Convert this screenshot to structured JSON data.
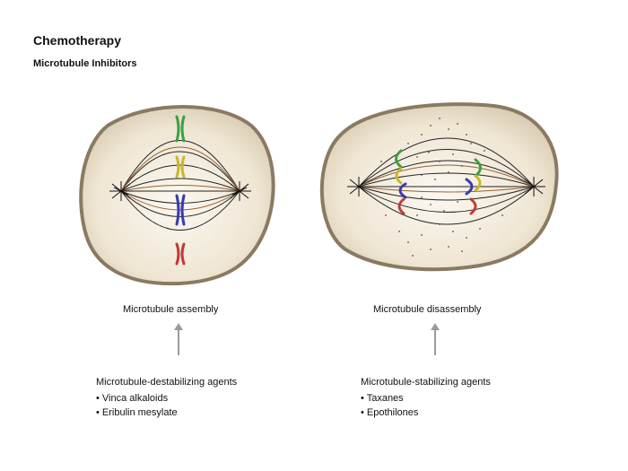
{
  "header": {
    "title": "Chemotherapy",
    "subtitle": "Microtubule Inhibitors"
  },
  "left_panel": {
    "process_label": "Microtubule assembly",
    "agent_class": "Microtubule-destabilizing agents",
    "agents": [
      "• Vinca alkaloids",
      "• Eribulin mesylate"
    ]
  },
  "right_panel": {
    "process_label": "Microtubule disassembly",
    "agent_class": "Microtubule-stabilizing agents",
    "agents": [
      "• Taxanes",
      "• Epothilones"
    ]
  },
  "colors": {
    "cell_border": "#8a7a62",
    "cytoplasm": "#f6f0e3",
    "fiber_brown": "#9a6030",
    "chromosome_green": "#3aa040",
    "chromosome_yellow": "#c8b82a",
    "chromosome_blue": "#3a3ab0",
    "chromosome_red": "#c03a3a"
  }
}
